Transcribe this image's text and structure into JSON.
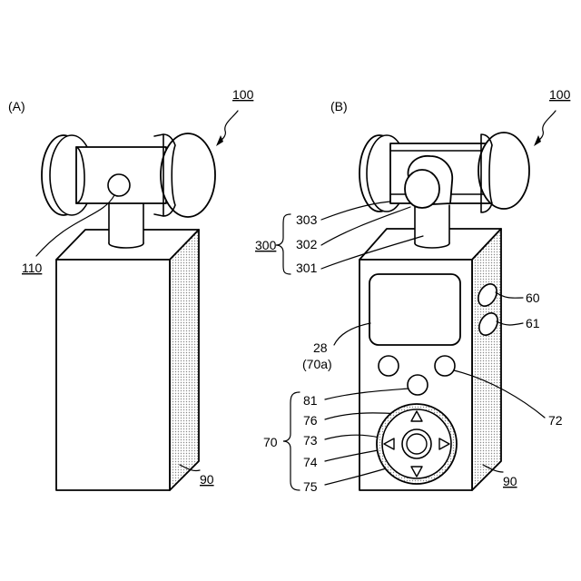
{
  "panels": {
    "a": {
      "label": "(A)"
    },
    "b": {
      "label": "(B)"
    }
  },
  "refs": {
    "device_a": "100",
    "device_b": "100",
    "lens_a": "110",
    "grip_a": "90",
    "grip_b": "90",
    "head_group": "300",
    "part_303": "303",
    "part_302": "302",
    "part_301": "301",
    "display": "28",
    "display_alt": "(70a)",
    "button_60": "60",
    "button_61": "61",
    "button_81": "81",
    "button_72": "72",
    "controls_group": "70",
    "dial_76": "76",
    "dial_73": "73",
    "dial_74": "74",
    "dial_75": "75"
  },
  "colors": {
    "line": "#000000",
    "shading": "#9a9a9a",
    "background": "#ffffff"
  }
}
